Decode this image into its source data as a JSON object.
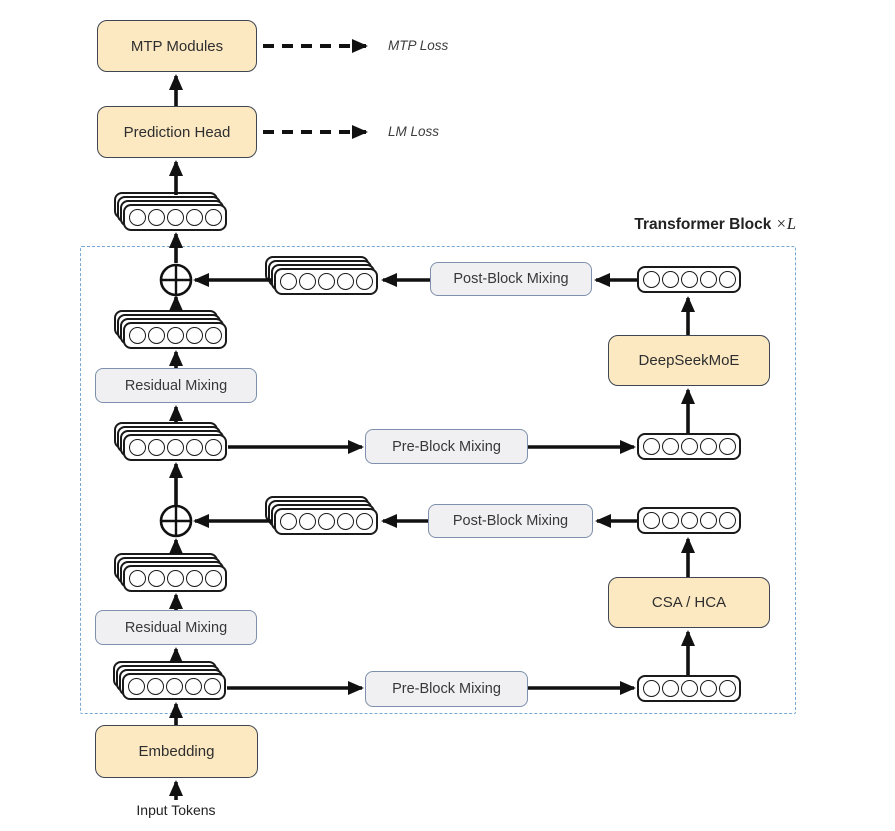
{
  "diagram": {
    "transformer_block": {
      "title": "Transformer Block",
      "times": "×",
      "var": "L"
    },
    "modules": {
      "mtp_modules": "MTP Modules",
      "prediction_head": "Prediction Head",
      "embedding": "Embedding",
      "deepseek_moe": "DeepSeekMoE",
      "csa_hca": "CSA / HCA"
    },
    "mixing": {
      "post_block_upper": "Post-Block Mixing",
      "post_block_lower": "Post-Block Mixing",
      "pre_block_upper": "Pre-Block Mixing",
      "pre_block_lower": "Pre-Block Mixing",
      "residual_upper": "Residual Mixing",
      "residual_lower": "Residual Mixing"
    },
    "losses": {
      "mtp": "MTP Loss",
      "lm": "LM Loss"
    },
    "input_label": "Input Tokens",
    "colors": {
      "module_fill": "#FCE9C2",
      "module_border": "#3F4652",
      "mixing_fill": "#F0F0F2",
      "mixing_border": "#7E90AC",
      "block_border": "#78A7D4",
      "arrow": "#111111"
    }
  }
}
